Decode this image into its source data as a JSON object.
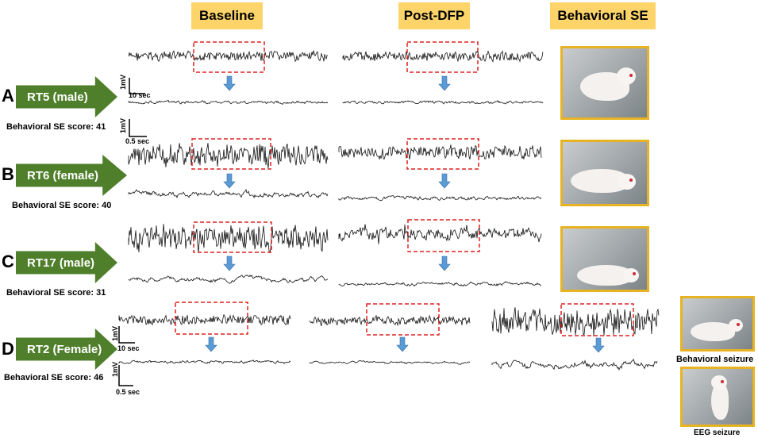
{
  "headers": {
    "baseline": "Baseline",
    "post_dfp": "Post-DFP",
    "behavioral_se": "Behavioral SE"
  },
  "rows": [
    {
      "letter": "A",
      "label": "RT5 (male)",
      "score": "Behavioral SE score: 41"
    },
    {
      "letter": "B",
      "label": "RT6 (female)",
      "score": "Behavioral SE score: 40"
    },
    {
      "letter": "C",
      "label": "RT17 (male)",
      "score": "Behavioral SE score: 31"
    },
    {
      "letter": "D",
      "label": "RT2 (Female)",
      "score": "Behavioral SE score: 46"
    }
  ],
  "scale_bars": {
    "amplitude": "1mV",
    "long_time": "10 sec",
    "short_time": "0.5 sec"
  },
  "captions": {
    "behavioral_seizure": "Behavioral seizure",
    "eeg_seizure": "EEG seizure"
  },
  "colors": {
    "header_bg": "#fcd46a",
    "arrow_green": "#4f7f2b",
    "zoom_box": "#e02020",
    "down_arrow": "#5b9bd5",
    "photo_border": "#e8b323"
  }
}
